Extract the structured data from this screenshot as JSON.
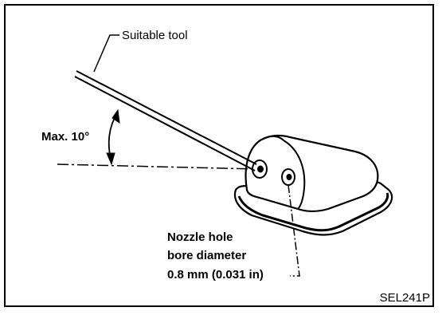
{
  "labels": {
    "tool": "Suitable tool",
    "angle": "Max. 10°",
    "nozzle_line1": "Nozzle hole",
    "nozzle_line2": "bore diameter",
    "nozzle_line3": "0.8 mm (0.031 in)"
  },
  "figure_code": "SEL241P",
  "colors": {
    "ink": "#000000",
    "paper": "#ffffff"
  }
}
